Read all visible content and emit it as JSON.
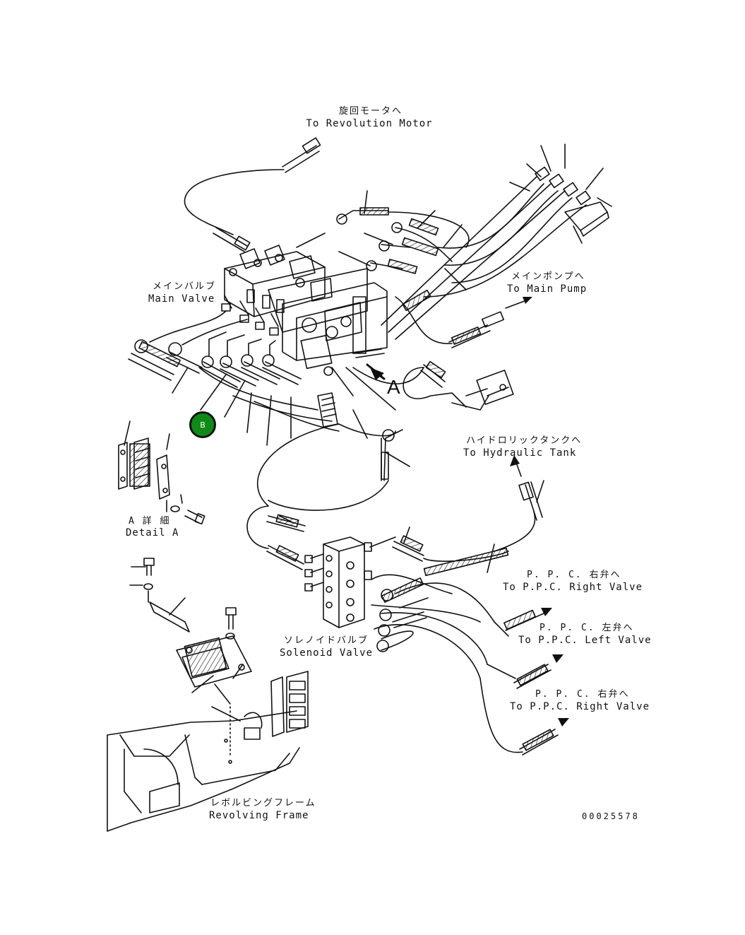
{
  "labels": {
    "revolution_motor_jp": "旋回モータへ",
    "revolution_motor_en": "To Revolution Motor",
    "main_valve_jp": "メインバルブ",
    "main_valve_en": "Main Valve",
    "main_pump_jp": "メインポンプへ",
    "main_pump_en": "To Main Pump",
    "detail_callout": "A",
    "hydraulic_tank_jp": "ハイドロリックタンクへ",
    "hydraulic_tank_en": "To Hydraulic Tank",
    "detail_a_jp": "A 詳 細",
    "detail_a_en": "Detail A",
    "ppc_right_1_jp": "P. P. C. 右弁へ",
    "ppc_right_1_en": "To P.P.C. Right Valve",
    "ppc_left_jp": "P. P. C. 左弁へ",
    "ppc_left_en": "To P.P.C. Left Valve",
    "ppc_right_2_jp": "P. P. C. 右弁へ",
    "ppc_right_2_en": "To P.P.C. Right Valve",
    "solenoid_valve_jp": "ソレノイドバルブ",
    "solenoid_valve_en": "Solenoid Valve",
    "revolving_frame_jp": "レボルビングフレーム",
    "revolving_frame_en": "Revolving Frame",
    "drawing_number": "00025578"
  },
  "marker": {
    "label": "B",
    "color": "#0f8a16"
  }
}
